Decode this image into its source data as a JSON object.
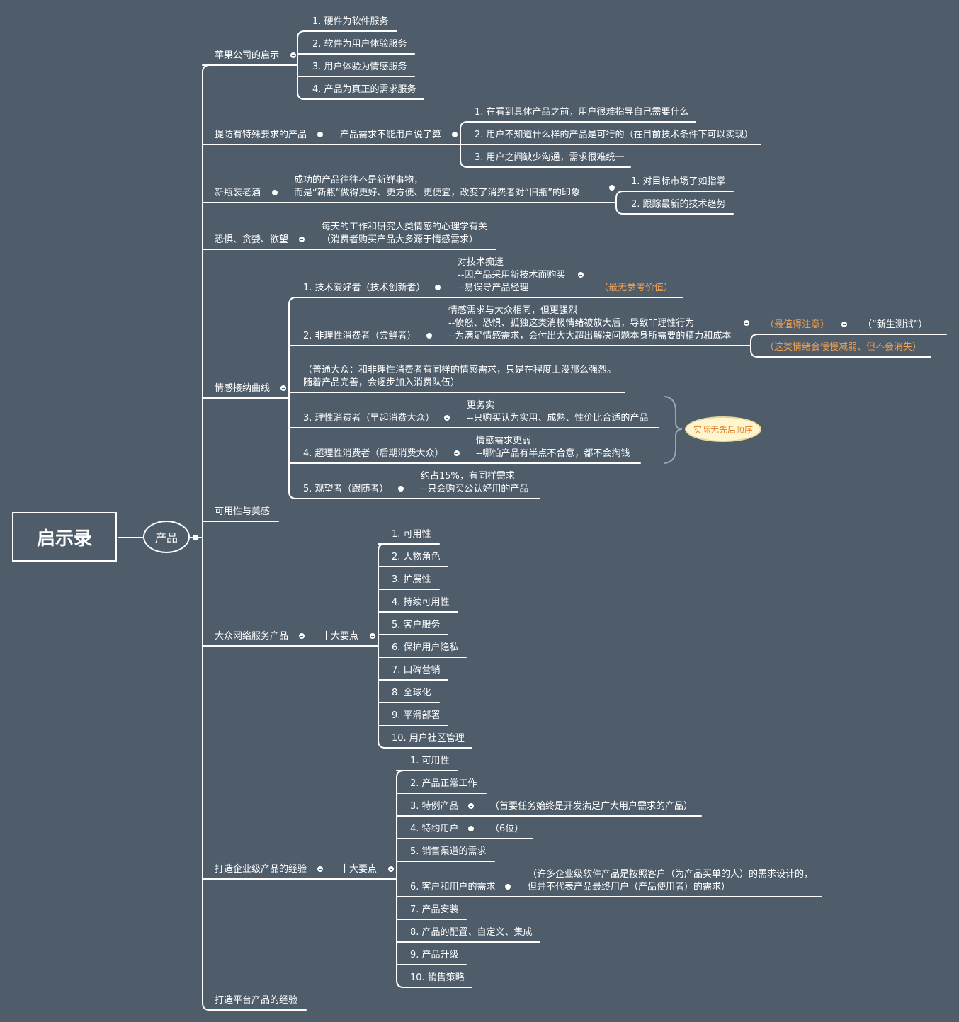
{
  "root": {
    "label": "启示录"
  },
  "main_node": {
    "label": "产品"
  },
  "apple": {
    "label": "苹果公司的启示",
    "items": [
      "1. 硬件为软件服务",
      "2. 软件为用户体验服务",
      "3. 用户体验为情感服务",
      "4. 产品为真正的需求服务"
    ]
  },
  "special": {
    "label": "提防有特殊要求的产品",
    "sub_label": "产品需求不能用户说了算",
    "items": [
      "1. 在看到具体产品之前，用户很难指导自己需要什么",
      "2. 用户不知道什么样的产品是可行的（在目前技术条件下可以实现）",
      "3. 用户之间缺少沟通，需求很难统一"
    ]
  },
  "new_bottle": {
    "label": "新瓶装老酒",
    "desc_line1": "成功的产品往往不是新鲜事物，",
    "desc_line2": "而是“新瓶”做得更好、更方便、更便宜，改变了消费者对“旧瓶”的印象",
    "items": [
      "1. 对目标市场了如指掌",
      "2. 跟踪最新的技术趋势"
    ]
  },
  "fear": {
    "label": "恐惧、贪婪、欲望",
    "desc_line1": "每天的工作和研究人类情感的心理学有关",
    "desc_line2": "（消费者购买产品大多源于情感需求）"
  },
  "curve": {
    "label": "情感接纳曲线",
    "tech": {
      "label": "1. 技术爱好者（技术创新者）",
      "l1": "对技术痴迷",
      "l2": "--因产品采用新技术而购买",
      "l3": "--易误导产品经理",
      "note": "（最无参考价值）"
    },
    "irr": {
      "label": "2. 非理性消费者（尝鲜者）",
      "l1": "情感需求与大众相同，但更强烈",
      "l2": "--愤怒、恐惧、孤独这类消极情绪被放大后，导致非理性行为",
      "l3": "--为满足情感需求，会付出大大超出解决问题本身所需要的精力和成本",
      "note1": "（最值得注意）",
      "note1b": "（“新生测试”）",
      "note2": "（这类情绪会慢慢减弱、但不会消失）"
    },
    "mass_line1": "（普通大众：和非理性消费者有同样的情感需求，只是在程度上没那么强烈。",
    "mass_line2": "随着产品完善，会逐步加入消费队伍）",
    "rational": {
      "label": "3. 理性消费者（早起消费大众）",
      "l1": "更务实",
      "l2": "--只购买认为实用、成熟、性价比合适的产品"
    },
    "super": {
      "label": "4. 超理性消费者（后期消费大众）",
      "l1": "情感需求更弱",
      "l2": "--哪怕产品有半点不合意，都不会掏钱"
    },
    "watcher": {
      "label": "5. 观望者（跟随者）",
      "l1": "约占15%，有同样需求",
      "l2": "--只会购买公认好用的产品"
    },
    "callout": "实际无先后顺序"
  },
  "usability": {
    "label": "可用性与美感"
  },
  "mass_net": {
    "label": "大众网络服务产品",
    "sub_label": "十大要点",
    "items": [
      "1. 可用性",
      "2. 人物角色",
      "3. 扩展性",
      "4. 持续可用性",
      "5. 客户服务",
      "6. 保护用户隐私",
      "7. 口碑营销",
      "8. 全球化",
      "9. 平滑部署",
      "10. 用户社区管理"
    ]
  },
  "enterprise": {
    "label": "打造企业级产品的经验",
    "sub_label": "十大要点",
    "items": [
      "1. 可用性",
      "2. 产品正常工作",
      "3. 特例产品",
      "4. 特约用户",
      "5. 销售渠道的需求",
      "6. 客户和用户的需求",
      "7. 产品安装",
      "8. 产品的配置、自定义、集成",
      "9. 产品升级",
      "10. 销售策略"
    ],
    "item3_note": "（首要任务始终是开发满足广大用户需求的产品）",
    "item4_note": "（6位）",
    "item6_note1": "（许多企业级软件产品是按照客户（为产品买单的人）的需求设计的，",
    "item6_note2": "但并不代表产品最终用户（产品使用者）的需求）"
  },
  "platform": {
    "label": "打造平台产品的经验"
  }
}
